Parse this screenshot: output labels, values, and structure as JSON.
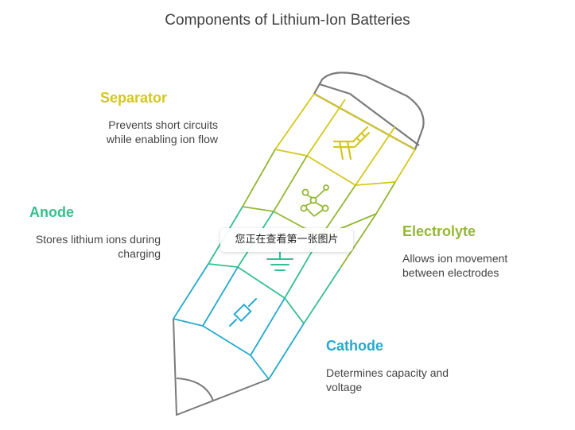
{
  "title": "Components of Lithium-Ion Batteries",
  "colors": {
    "separator": "#D4C81C",
    "electrolyte": "#93B733",
    "anode": "#35C08F",
    "cathode": "#25A9CD",
    "outline": "#7a7a7a"
  },
  "components": {
    "separator": {
      "heading": "Separator",
      "desc_line1": "Prevents short circuits",
      "desc_line2": "while enabling ion flow",
      "icon": "ladder-icon"
    },
    "anode": {
      "heading": "Anode",
      "desc_line1": "Stores lithium ions during",
      "desc_line2": "charging",
      "icon": "ground-icon"
    },
    "electrolyte": {
      "heading": "Electrolyte",
      "desc_line1": "Allows ion movement",
      "desc_line2": "between electrodes",
      "icon": "molecule-network-icon"
    },
    "cathode": {
      "heading": "Cathode",
      "desc_line1": "Determines capacity and",
      "desc_line2": "voltage",
      "icon": "diode-icon"
    }
  },
  "overlay": {
    "caption": "您正在查看第一张图片"
  }
}
